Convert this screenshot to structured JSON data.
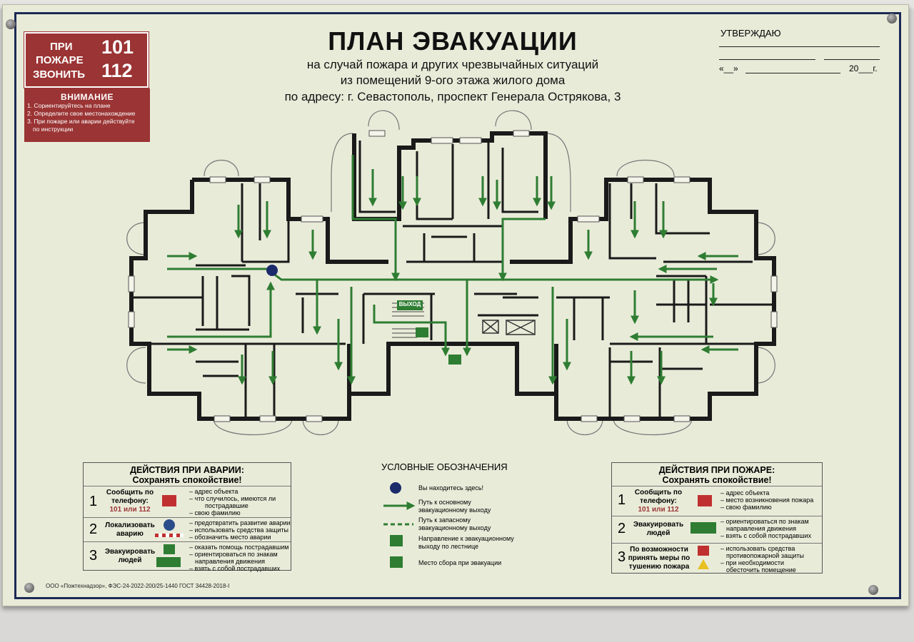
{
  "call": {
    "line1": "ПРИ",
    "line2": "ПОЖАРЕ",
    "line3": "ЗВОНИТЬ",
    "num1": "101",
    "num2": "112"
  },
  "attention": {
    "title": "ВНИМАНИЕ",
    "items": [
      "1. Сориентируйтесь на плане",
      "2. Определите свое местонахождение",
      "3. При пожаре или аварии действуйте",
      "по инструкции"
    ]
  },
  "header": {
    "title": "ПЛАН ЭВАКУАЦИИ",
    "line1": "на случай пожара и других чрезвычайных ситуаций",
    "line2": "из помещений 9-ого этажа жилого дома",
    "line3": "по адресу: г. Севастополь, проспект Генерала Острякова, 3"
  },
  "approve": {
    "label": "УТВЕРЖДАЮ",
    "date_open": "«__»",
    "year": "20___г."
  },
  "plan": {
    "exit_sign": "ВЫХОД"
  },
  "accident": {
    "title1": "ДЕЙСТВИЯ ПРИ АВАРИИ:",
    "title2": "Сохранять спокойствие!",
    "steps": [
      {
        "n": "1",
        "t1": "Сообщить по",
        "t2": "телефону:",
        "t3": "101 или 112",
        "d": [
          "– адрес объекта",
          "– что случилось, имеются ли",
          "пострадавшие",
          "– свою фамилию"
        ]
      },
      {
        "n": "2",
        "t1": "Локализовать",
        "t2": "аварию",
        "d": [
          "– предотвратить развитие аварии",
          "– использовать средства защиты",
          "– обозначить место аварии"
        ]
      },
      {
        "n": "3",
        "t1": "Эвакуировать",
        "t2": "людей",
        "d": [
          "– оказать помощь пострадавшим",
          "– ориентироваться по знакам",
          "направления движения",
          "– взять с собой пострадавших"
        ]
      }
    ]
  },
  "fire": {
    "title1": "ДЕЙСТВИЯ ПРИ ПОЖАРЕ:",
    "title2": "Сохранять спокойствие!",
    "steps": [
      {
        "n": "1",
        "t1": "Сообщить по",
        "t2": "телефону:",
        "t3": "101 или 112",
        "d": [
          "– адрес объекта",
          "– место возникновения пожара",
          "– свою фамилию"
        ]
      },
      {
        "n": "2",
        "t1": "Эвакуировать",
        "t2": "людей",
        "d": [
          "– ориентироваться по знакам",
          "направления движения",
          "– взять с собой пострадавших"
        ]
      },
      {
        "n": "3",
        "t1": "По возможности",
        "t2": "принять меры по",
        "t3": "тушению пожара",
        "d": [
          "– использовать средства",
          "противопожарной защиты",
          "– при необходимости",
          "обесточить помещение"
        ]
      }
    ]
  },
  "legend": {
    "title": "УСЛОВНЫЕ ОБОЗНАЧЕНИЯ",
    "items": [
      {
        "icon": "you-are-here-dot",
        "text": [
          "Вы находитесь здесь!"
        ]
      },
      {
        "icon": "main-route-arrow",
        "text": [
          "Путь к основному",
          "эвакуационному выходу"
        ]
      },
      {
        "icon": "reserve-route-arrow",
        "text": [
          "Путь к запасному",
          "эвакуационному выходу"
        ]
      },
      {
        "icon": "stair-exit-sign",
        "text": [
          "Направление к эвакуационному",
          "выходу по лестнице"
        ]
      },
      {
        "icon": "assembly-point-sign",
        "text": [
          "Место сбора при эвакуации"
        ]
      }
    ]
  },
  "footer": "ООО «Пожтехнадзор», ФЭС-24-2022-200/25-1440 ГОСТ 34428-2018-I",
  "colors": {
    "red": "#9b3434",
    "green": "#2e7d32",
    "navy": "#1b2a55",
    "board": "#e9ebd9"
  }
}
